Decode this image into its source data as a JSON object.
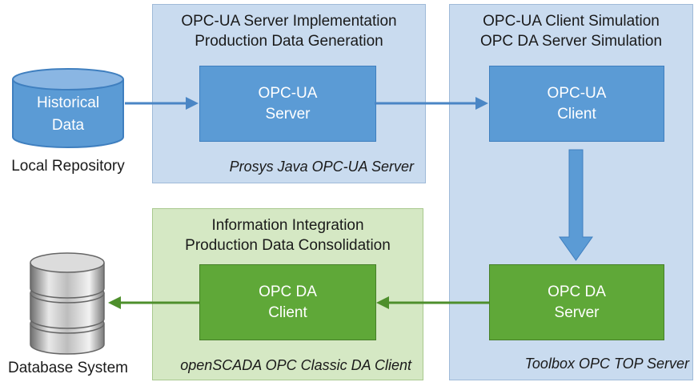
{
  "panels": {
    "server_impl": {
      "title_line1": "OPC-UA Server Implementation",
      "title_line2": "Production Data Generation",
      "footer": "Prosys Java OPC-UA Server"
    },
    "client_sim": {
      "title_line1": "OPC-UA Client Simulation",
      "title_line2": "OPC DA Server Simulation",
      "footer": "Toolbox OPC TOP Server"
    },
    "integration": {
      "title_line1": "Information Integration",
      "title_line2": "Production Data Consolidation",
      "footer": "openSCADA OPC Classic DA Client"
    }
  },
  "nodes": {
    "historical_data": {
      "line1": "Historical",
      "line2": "Data",
      "caption": "Local Repository"
    },
    "opcua_server": {
      "line1": "OPC-UA",
      "line2": "Server"
    },
    "opcua_client": {
      "line1": "OPC-UA",
      "line2": "Client"
    },
    "opcda_server": {
      "line1": "OPC DA",
      "line2": "Server"
    },
    "opcda_client": {
      "line1": "OPC DA",
      "line2": "Client"
    },
    "database": {
      "caption": "Database System"
    }
  },
  "colors": {
    "blue_box": "#5b9bd5",
    "green_box": "#5fa838",
    "blue_panel": "#c9dbef",
    "green_panel": "#d5e8c4",
    "blue_arrow": "#4a86c5",
    "green_arrow": "#4e8f2c"
  },
  "icons": [
    "cylinder-icon",
    "database-stack-icon"
  ]
}
